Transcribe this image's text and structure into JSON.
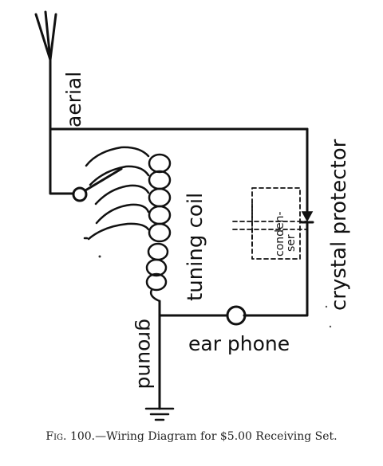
{
  "diagram": {
    "labels": {
      "aerial": "aerial",
      "tuning_coil": "tuning coil",
      "crystal_protector": "crystal protector",
      "condenser_line1": "conden-",
      "condenser_line2": "ser",
      "ground": "ground",
      "ear_phone": "ear phone"
    }
  },
  "caption": {
    "fig": "Fig. 100.",
    "text": "—Wiring Diagram for $5.00 Receiving Set."
  }
}
